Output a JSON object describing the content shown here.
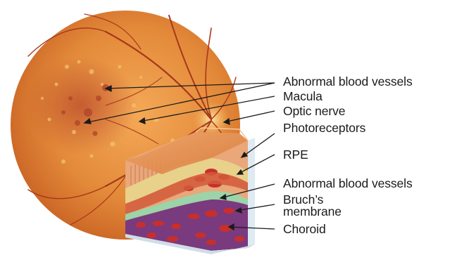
{
  "diagram": {
    "labels": {
      "abnormal_vessels_top": "Abnormal blood vessels",
      "macula": "Macula",
      "optic_nerve": "Optic nerve",
      "photoreceptors": "Photoreceptors",
      "rpe": "RPE",
      "abnormal_vessels_bottom": "Abnormal blood vessels",
      "bruchs_line1": "Bruch’s",
      "bruchs_line2": "membrane",
      "choroid": "Choroid"
    },
    "colors": {
      "fundus": "#e38a3a",
      "fundus_edge": "#c75f22",
      "vessel": "#a8381c",
      "lesion": "#b3452a",
      "drusen": "#f2c36a",
      "photoreceptor_layer": "#e9a77a",
      "rpe_layer": "#e8d18a",
      "bruchs_membrane": "#9cd3a8",
      "choroid": "#7a3a7e",
      "blood_cells": "#c72f2c",
      "leader_line": "#1b1b1b"
    }
  }
}
